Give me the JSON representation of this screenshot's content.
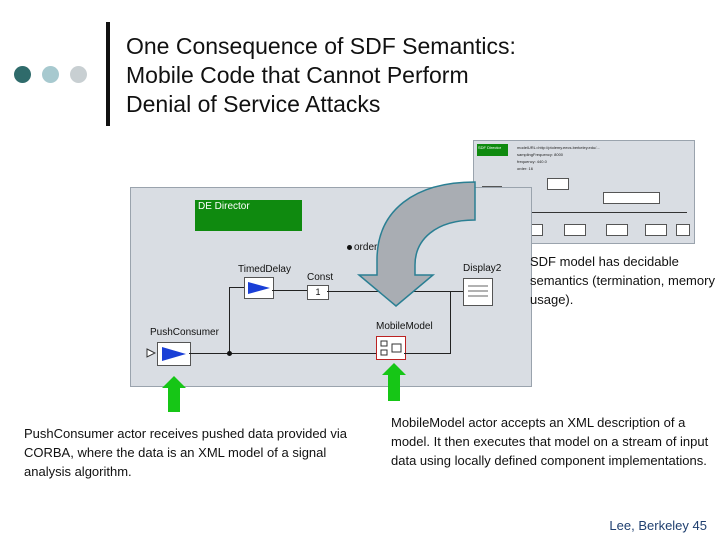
{
  "slide": {
    "title_lines": [
      "One Consequence of SDF Semantics:",
      "Mobile Code that Cannot Perform",
      "Denial of Service Attacks"
    ],
    "footer": "Lee, Berkeley 45",
    "colors": {
      "dot_dark": "#2f6b6b",
      "dot_light1": "#a7c9cf",
      "dot_light2": "#c8cfd2",
      "director_green": "#0f8a0f",
      "actor_blue": "#1a3fd6",
      "arrow_green": "#16c616",
      "arrow_gray": "#a9adb3"
    }
  },
  "diagram": {
    "director_label": "DE Director",
    "param_label": "order",
    "timed_delay_label": "TimedDelay",
    "const_label": "Const",
    "const_value": "1",
    "display_label": "Display2",
    "push_consumer_label": "PushConsumer",
    "mobile_model_label": "MobileModel"
  },
  "sdf_thumbnail": {
    "director_label": "SDF Director",
    "params": [
      "modelURL=http://ptolemy.eecs.berkeley.edu/...",
      "samplingFrequency: 8000",
      "frequency: 440.0",
      "order: 16"
    ]
  },
  "notes": {
    "sdf_note": "SDF model has decidable semantics (termination, memory usage).",
    "push_consumer_note": "PushConsumer actor receives pushed data provided via CORBA, where the data is an XML model of a signal analysis algorithm.",
    "mobile_model_note": "MobileModel actor accepts an XML description of a model. It then executes that model on a stream of input data using locally defined component implementations."
  }
}
